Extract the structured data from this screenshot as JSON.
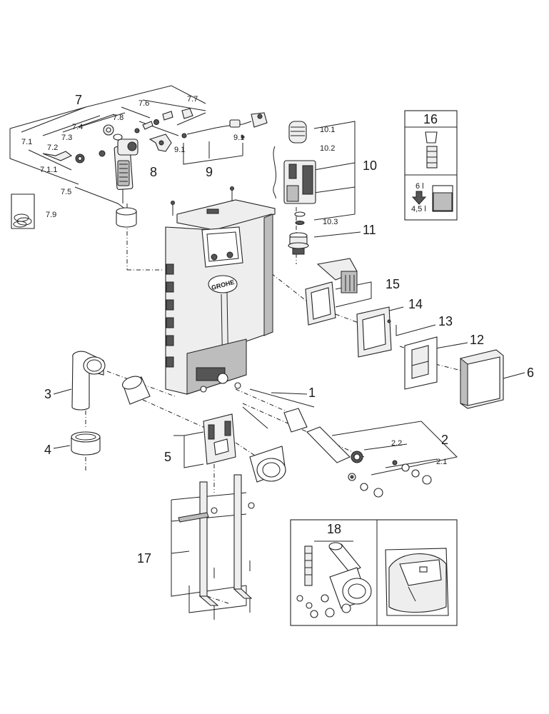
{
  "logo": "GROHE",
  "labels": {
    "l1": "1",
    "l2": "2",
    "l2_1": "2.1",
    "l2_2": "2.2",
    "l3": "3",
    "l4": "4",
    "l5": "5",
    "l6": "6",
    "l7": "7",
    "l7_1": "7.1",
    "l7_1_1": "7.1.1",
    "l7_2": "7.2",
    "l7_3": "7.3",
    "l7_4": "7.4",
    "l7_5": "7.5",
    "l7_6": "7.6",
    "l7_7": "7.7",
    "l7_8": "7.8",
    "l7_9": "7.9",
    "l8": "8",
    "l9": "9",
    "l9_1a": "9.1",
    "l9_1b": "9.1",
    "l10": "10",
    "l10_1": "10.1",
    "l10_2": "10.2",
    "l10_3": "10.3",
    "l11": "11",
    "l12": "12",
    "l13": "13",
    "l14": "14",
    "l15": "15",
    "l16": "16",
    "l16_6": "6 l",
    "l16_45": "4,5 l",
    "l17": "17",
    "l18": "18"
  }
}
